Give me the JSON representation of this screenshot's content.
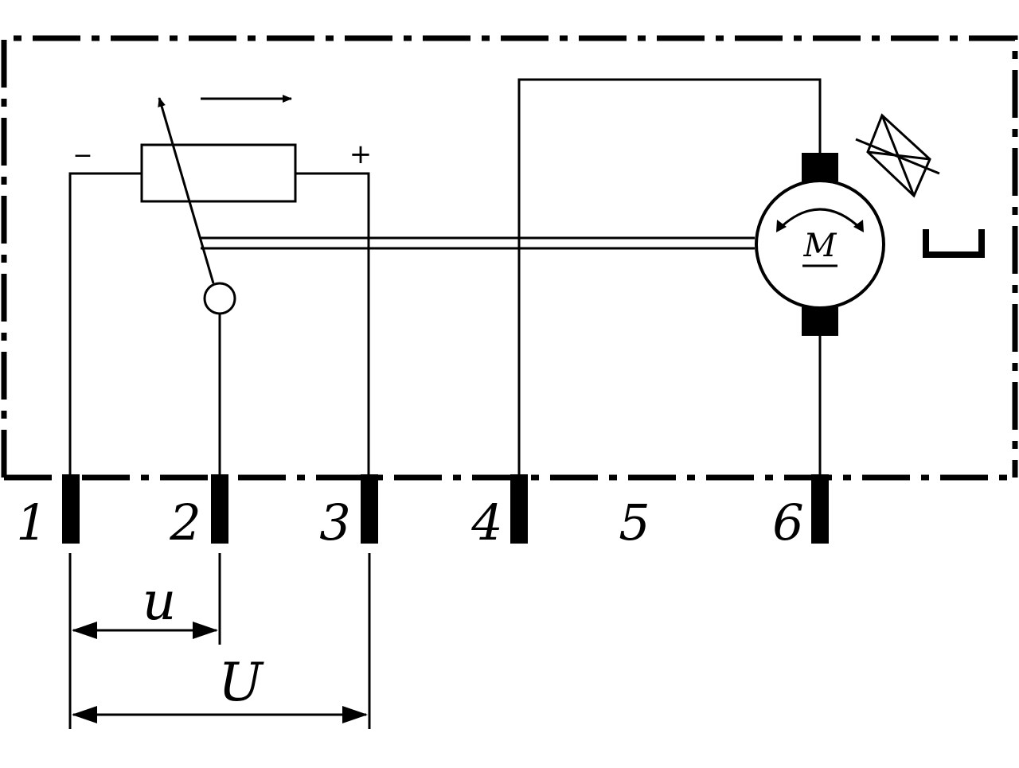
{
  "diagram": {
    "terminals": [
      {
        "id": "t1",
        "label": "1"
      },
      {
        "id": "t2",
        "label": "2"
      },
      {
        "id": "t3",
        "label": "3"
      },
      {
        "id": "t4",
        "label": "4"
      },
      {
        "id": "t5",
        "label": "5"
      },
      {
        "id": "t6",
        "label": "6"
      }
    ],
    "resistor": {
      "minus_label": "−",
      "plus_label": "+"
    },
    "motor": {
      "label": "M"
    },
    "dimensions": {
      "small_voltage": "u",
      "total_voltage": "U"
    },
    "colors": {
      "ink": "#000000",
      "background": "#ffffff"
    }
  }
}
